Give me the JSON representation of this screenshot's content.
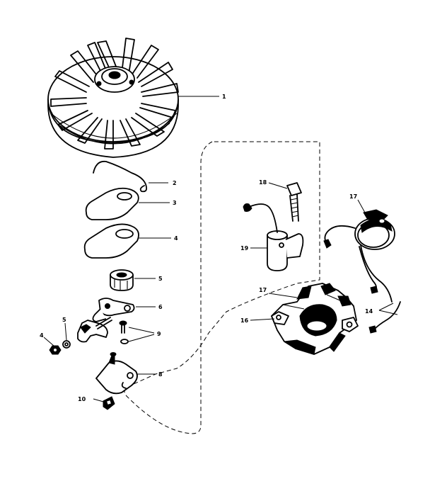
{
  "callouts": [
    {
      "id": "flywheel",
      "text": "1"
    },
    {
      "id": "spring-clip",
      "text": "2"
    },
    {
      "id": "gasket-plate",
      "text": "3"
    },
    {
      "id": "felt-pad",
      "text": "4"
    },
    {
      "id": "cam",
      "text": "5"
    },
    {
      "id": "breaker-arm",
      "text": "6"
    },
    {
      "id": "point-screws",
      "text": "9"
    },
    {
      "id": "washer",
      "text": "5"
    },
    {
      "id": "nut",
      "text": "4"
    },
    {
      "id": "breaker-plate",
      "text": "8"
    },
    {
      "id": "key",
      "text": "10"
    },
    {
      "id": "bolt",
      "text": "18"
    },
    {
      "id": "condenser",
      "text": "19"
    },
    {
      "id": "coil",
      "text": "17"
    },
    {
      "id": "core-label",
      "text": "17"
    },
    {
      "id": "stator-bracket",
      "text": "16"
    },
    {
      "id": "lead-wires",
      "text": "14"
    }
  ]
}
